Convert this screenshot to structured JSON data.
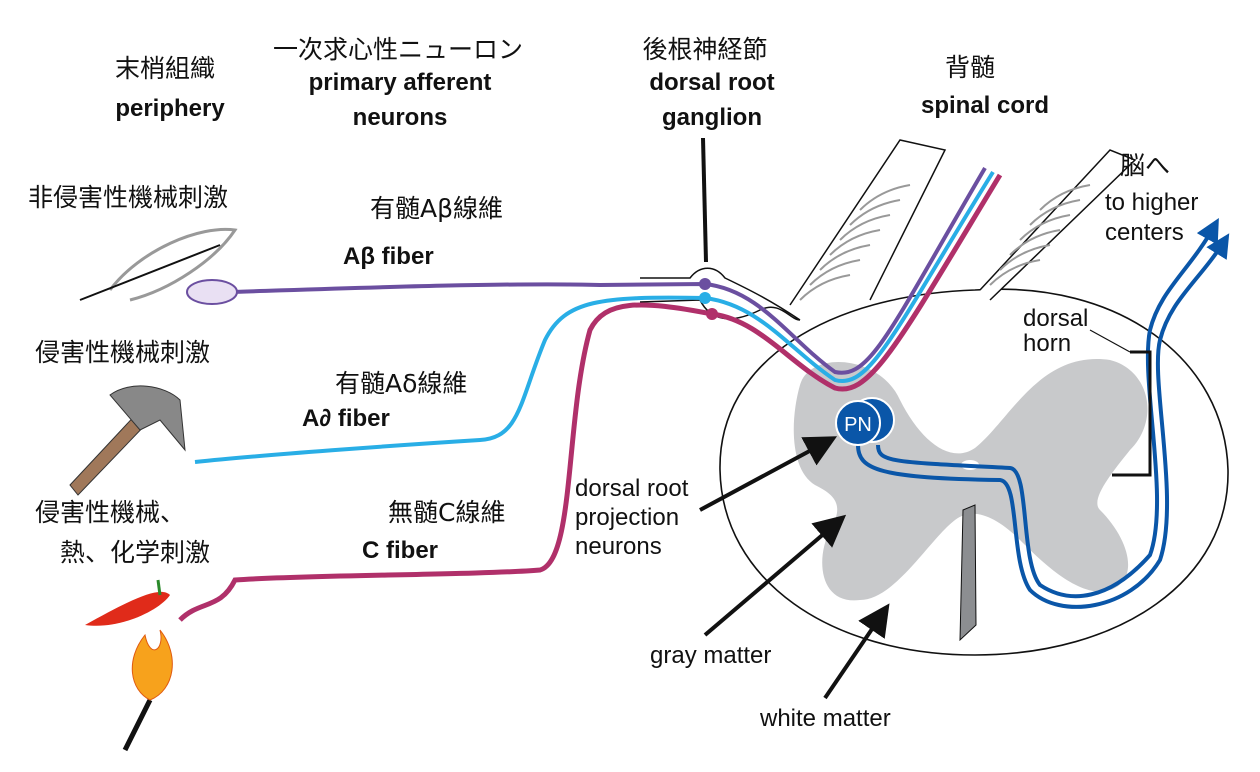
{
  "columns": {
    "periphery_jp": "末梢組織",
    "periphery_en": "periphery",
    "primary_jp": "一次求心性ニューロン",
    "primary_en_1": "primary afferent",
    "primary_en_2": "neurons",
    "drg_jp": "後根神経節",
    "drg_en_1": "dorsal root",
    "drg_en_2": "ganglion",
    "cord_jp": "背髄",
    "cord_en": "spinal cord"
  },
  "stimuli": {
    "innocuous_mech": "非侵害性機械刺激",
    "noxious_mech": "侵害性機械刺激",
    "noxious_multi_1": "侵害性機械、",
    "noxious_multi_2": "熱、化学刺激"
  },
  "fibers": {
    "abeta_jp": "有髄Aβ線維",
    "abeta_en": "Aβ fiber",
    "adelta_jp": "有髄Aδ線維",
    "adelta_en": "A∂ fiber",
    "c_jp": "無髄C線維",
    "c_en": "C fiber",
    "colors": {
      "abeta": "#6b4fa0",
      "adelta": "#29aee6",
      "c": "#b0306a",
      "projection": "#0a56a8"
    }
  },
  "labels": {
    "projection_1": "dorsal root",
    "projection_2": "projection",
    "projection_3": "neurons",
    "pn": "PN",
    "gray_matter": "gray matter",
    "white_matter": "white matter",
    "dorsal_horn_1": "dorsal",
    "dorsal_horn_2": "horn",
    "brain_jp": "脳へ",
    "higher_1": "to higher",
    "higher_2": "centers"
  }
}
